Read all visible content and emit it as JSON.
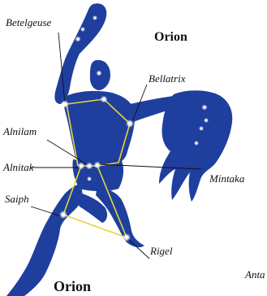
{
  "titles": {
    "top": "Orion",
    "bottom": "Orion"
  },
  "stars": {
    "betelgeuse": "Betelgeuse",
    "bellatrix": "Bellatrix",
    "alnilam": "Alnilam",
    "alnitak": "Alnitak",
    "mintaka": "Mintaka",
    "saiph": "Saiph",
    "rigel": "Rigel",
    "antares_partial": "Anta"
  },
  "colors": {
    "figure": "#1f3f9e",
    "figure_dark": "#16307a",
    "outline": "#e6d33a",
    "star": "#ffffff"
  }
}
